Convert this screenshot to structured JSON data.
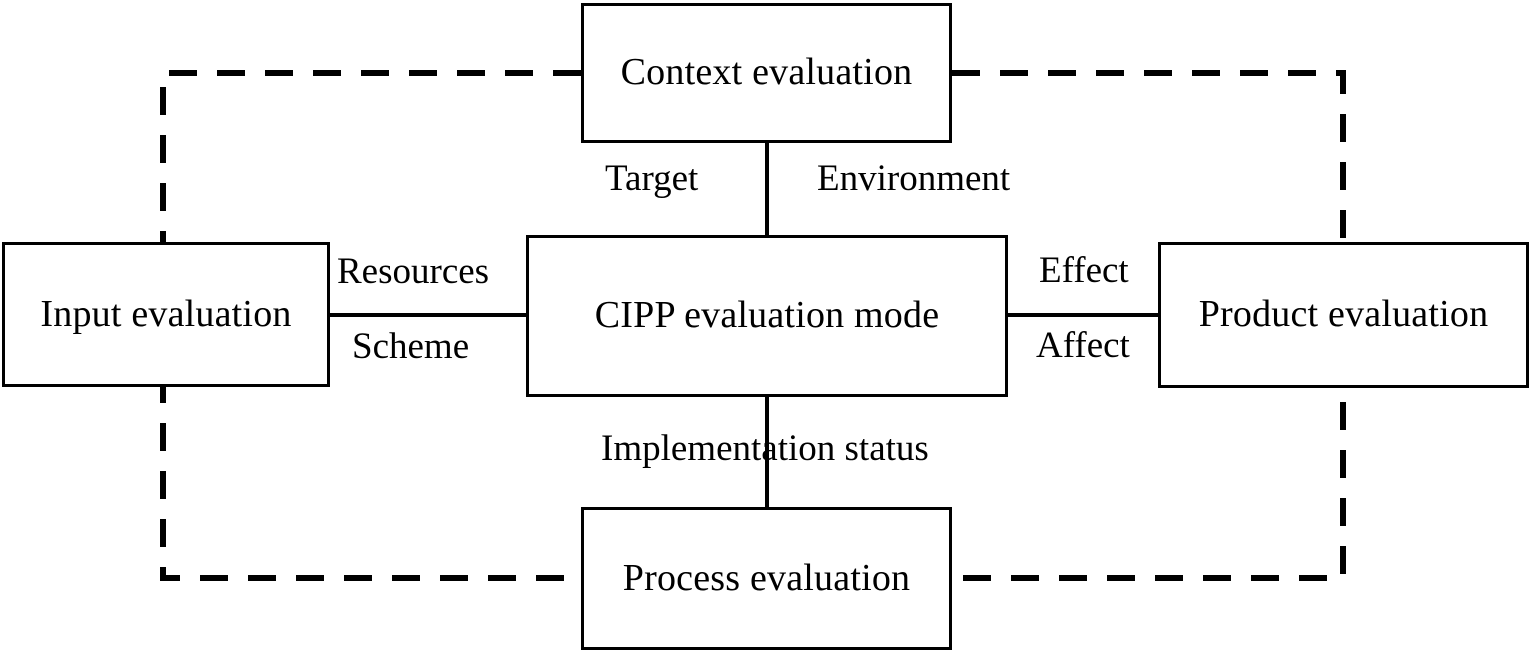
{
  "diagram": {
    "title": "CIPP evaluation mode",
    "type": "block-diagram",
    "colors": {
      "stroke": "#000000",
      "background": "#ffffff",
      "text": "#000000"
    },
    "nodes": [
      {
        "id": "context",
        "label": "Context evaluation"
      },
      {
        "id": "input",
        "label": "Input evaluation"
      },
      {
        "id": "cipp",
        "label": "CIPP evaluation mode"
      },
      {
        "id": "product",
        "label": "Product evaluation"
      },
      {
        "id": "process",
        "label": "Process evaluation"
      }
    ],
    "edge_labels": {
      "target": "Target",
      "environment": "Environment",
      "resources": "Resources",
      "scheme": "Scheme",
      "effect": "Effect",
      "affect": "Affect",
      "implementation_status": "Implementation status"
    },
    "connections": [
      {
        "from": "context",
        "to": "cipp",
        "style": "solid",
        "labels": [
          "Target",
          "Environment"
        ]
      },
      {
        "from": "input",
        "to": "cipp",
        "style": "solid",
        "labels": [
          "Resources",
          "Scheme"
        ]
      },
      {
        "from": "cipp",
        "to": "product",
        "style": "solid",
        "labels": [
          "Effect",
          "Affect"
        ]
      },
      {
        "from": "cipp",
        "to": "process",
        "style": "solid",
        "labels": [
          "Implementation status"
        ]
      },
      {
        "from": "context",
        "to": "process",
        "style": "dashed",
        "route": "left",
        "labels": []
      },
      {
        "from": "context",
        "to": "process",
        "style": "dashed",
        "route": "right",
        "labels": []
      }
    ]
  }
}
